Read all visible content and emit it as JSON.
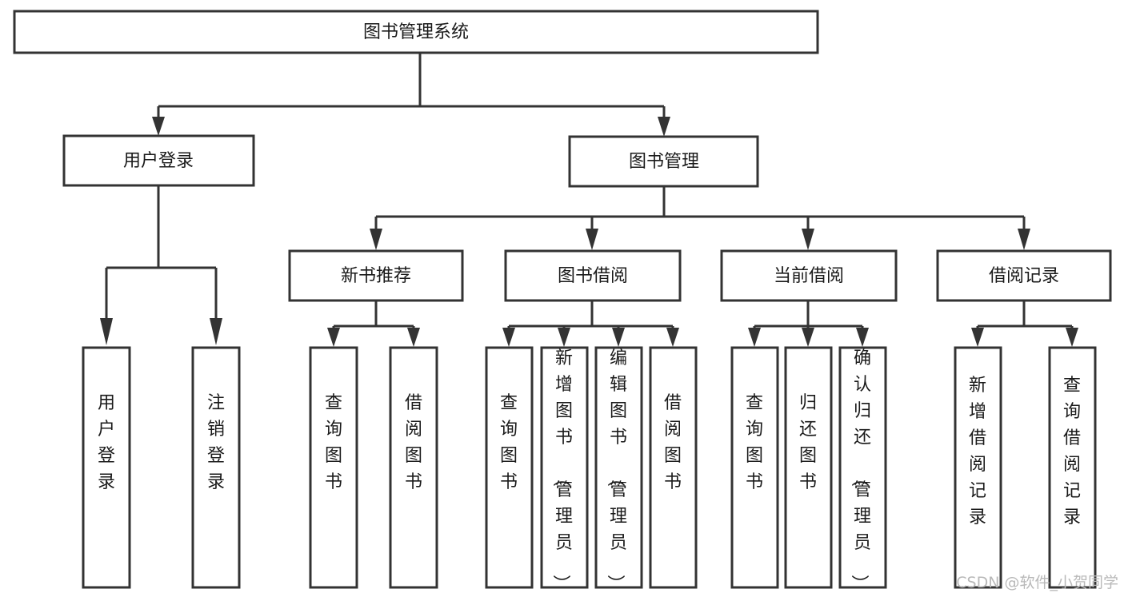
{
  "diagram": {
    "title": "图书管理系统",
    "type": "tree-hierarchy",
    "watermark": "CSDN @软件_小贺同学",
    "colors": {
      "stroke": "#333333",
      "fill": "#ffffff",
      "text": "#1a1a1a",
      "watermark": "#b9b9b9",
      "background": "#ffffff"
    },
    "root": {
      "label": "图书管理系统"
    },
    "level2": [
      {
        "label": "用户登录"
      },
      {
        "label": "图书管理"
      }
    ],
    "level3": [
      {
        "label": "新书推荐"
      },
      {
        "label": "图书借阅"
      },
      {
        "label": "当前借阅"
      },
      {
        "label": "借阅记录"
      }
    ],
    "leaves": {
      "user_login": [
        {
          "label": "用户登录"
        },
        {
          "label": "注销登录"
        }
      ],
      "new_book_recommend": [
        {
          "label": "查询图书"
        },
        {
          "label": "借阅图书"
        }
      ],
      "book_borrow": [
        {
          "label": "查询图书"
        },
        {
          "label": "新增图书（管理员）"
        },
        {
          "label": "编辑图书（管理员）"
        },
        {
          "label": "借阅图书"
        }
      ],
      "current_borrow": [
        {
          "label": "查询图书"
        },
        {
          "label": "归还图书"
        },
        {
          "label": "确认归还（管理员）"
        }
      ],
      "borrow_record": [
        {
          "label": "新增借阅记录"
        },
        {
          "label": "查询借阅记录"
        }
      ]
    }
  }
}
